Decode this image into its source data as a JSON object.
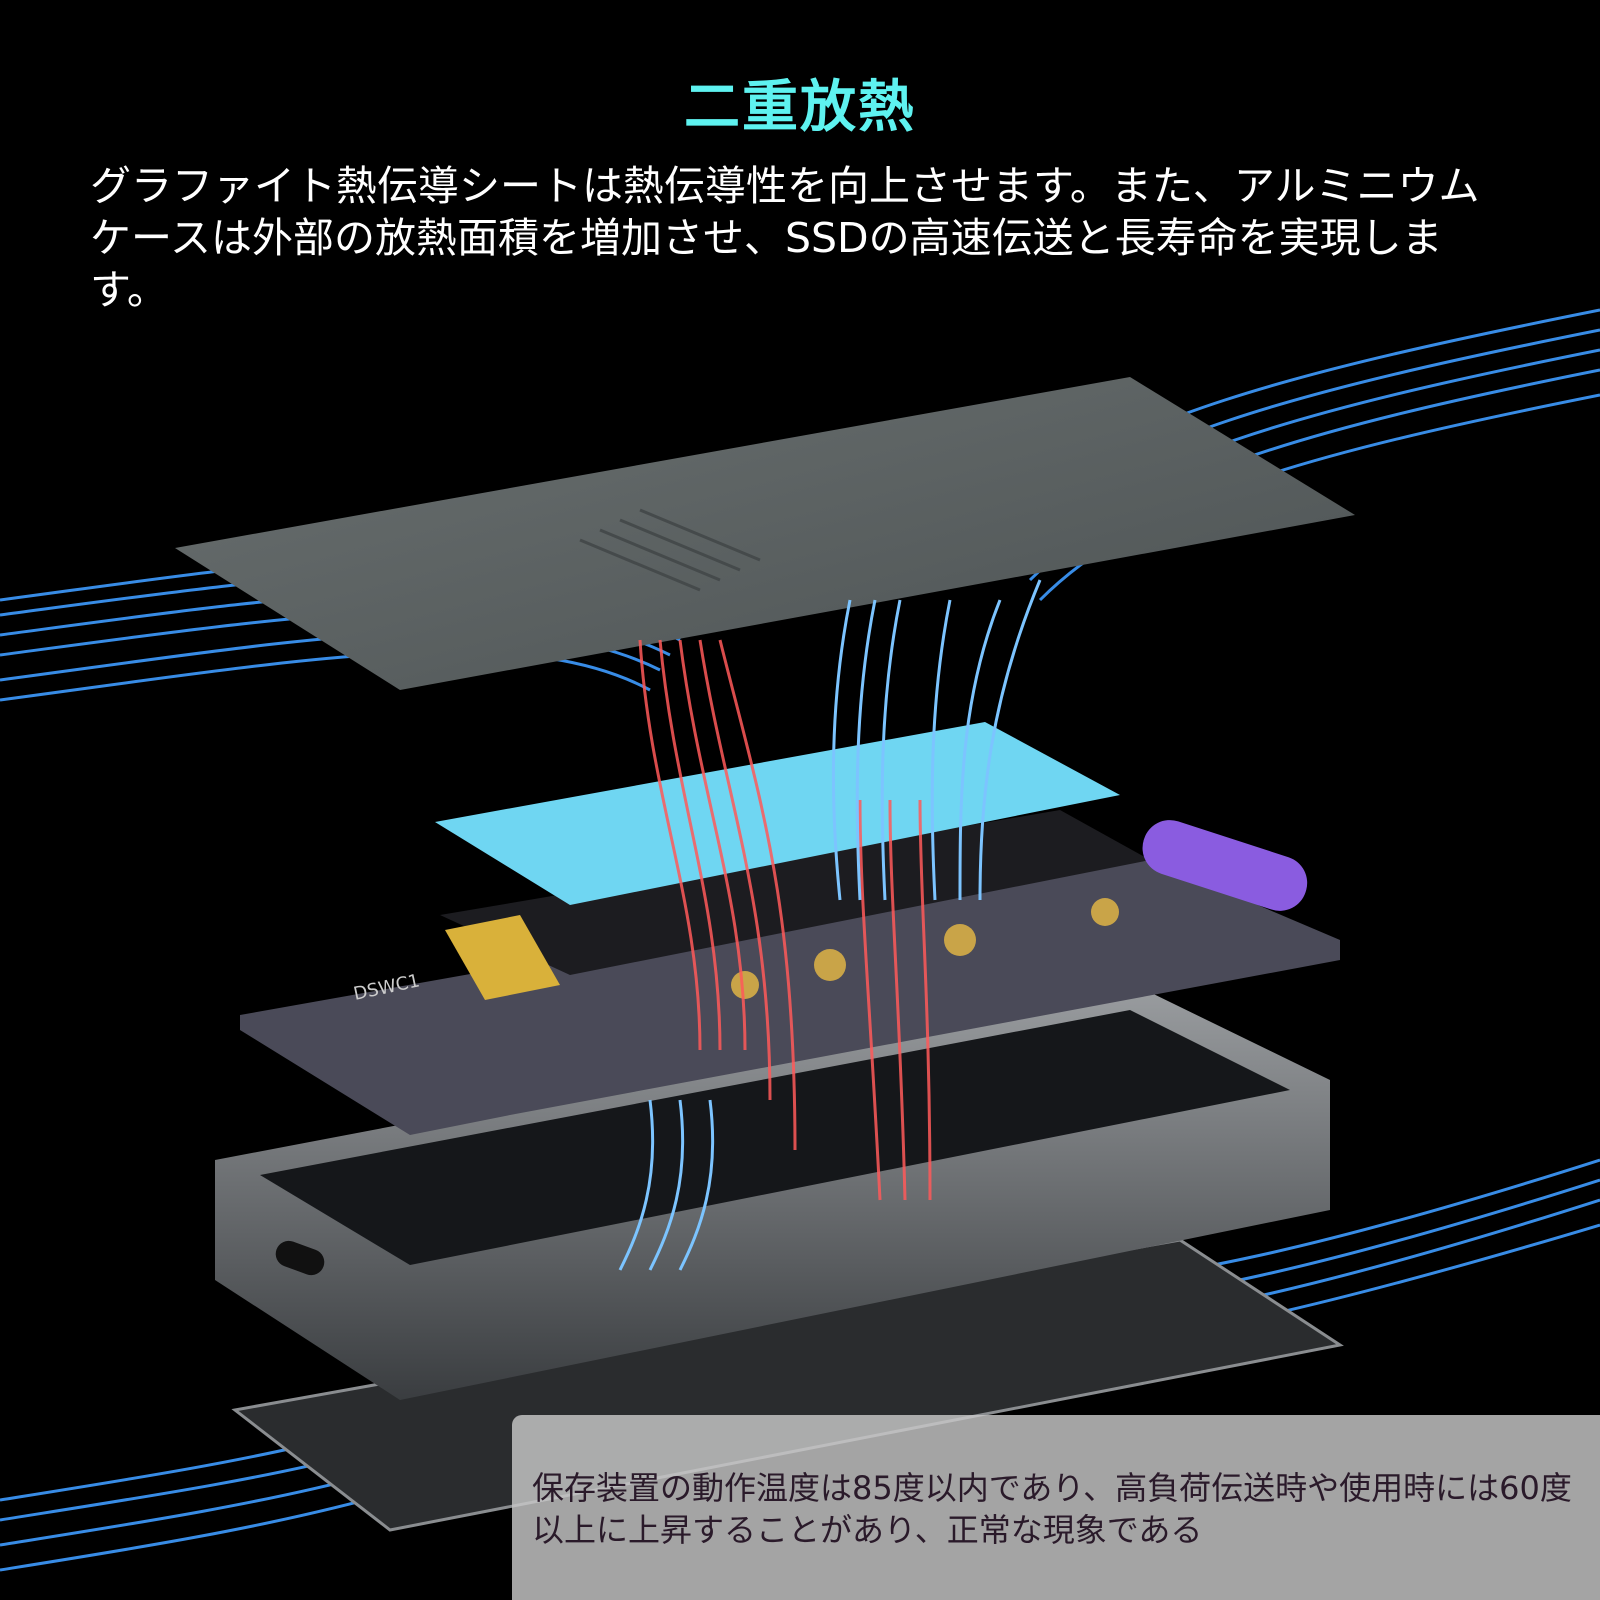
{
  "header": {
    "title": "二重放熱",
    "description": "グラファイト熱伝導シートは熱伝導性を向上させます。また、アルミニウムケースは外部の放熱面積を増加させ、SSDの高速伝送と長寿命を実現します。"
  },
  "illustration": {
    "pcb_label": "DSWC1",
    "colors": {
      "title": "#5ef2f0",
      "thermal_pad": "#6fd6f2",
      "cool_lines": "#4aa8ff",
      "hot_lines": "#ff5a5a",
      "lid": "#5d6364",
      "button": "#8a5ce0"
    }
  },
  "note": {
    "text": "保存装置の動作温度は85度以内であり、高負荷伝送時や使用時には60度以上に上昇することがあり、正常な現象である"
  }
}
